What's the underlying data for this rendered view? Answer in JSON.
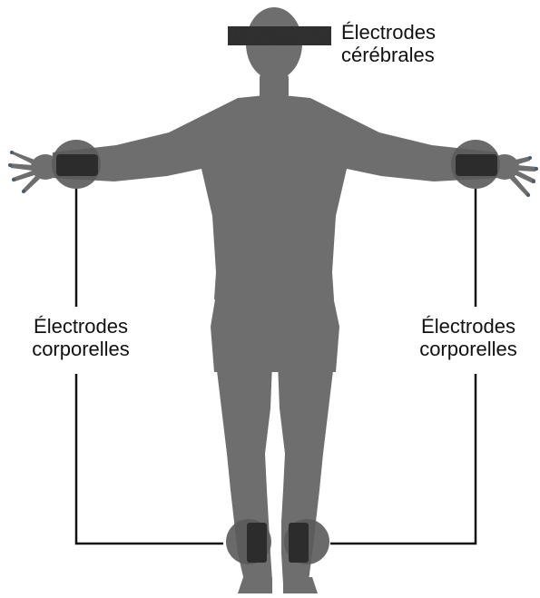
{
  "labels": {
    "brain": {
      "line1": "Électrodes",
      "line2": "cérébrales"
    },
    "body_left": {
      "line1": "Électrodes",
      "line2": "corporelles"
    },
    "body_right": {
      "line1": "Électrodes",
      "line2": "corporelles"
    }
  },
  "colors": {
    "silhouette": "#6e6e6e",
    "electrode_zone": "#5a5a5a",
    "electrode_band": "#2c2c2c",
    "brain_electrode": "#333333",
    "connector": "#111111",
    "text": "#111111"
  }
}
